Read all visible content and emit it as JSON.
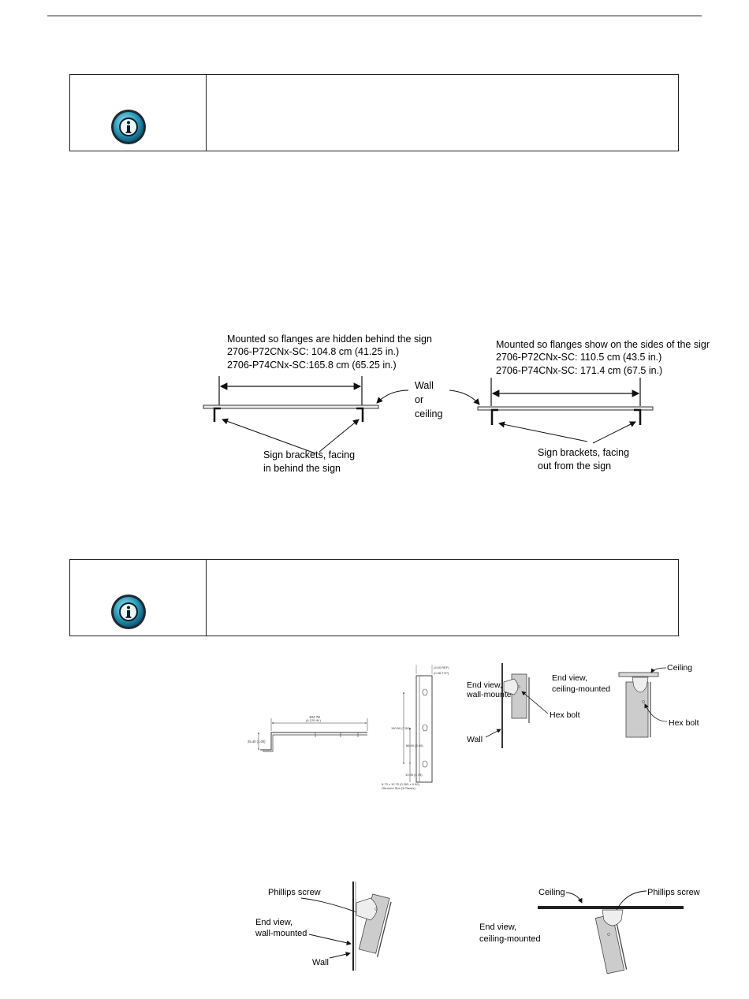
{
  "note1": {
    "icon": "info-icon",
    "text": ""
  },
  "note2": {
    "icon": "info-icon",
    "text": ""
  },
  "fig1": {
    "left_title": "Mounted so flanges are hidden behind the sign",
    "left_line2": "2706-P72CNx-SC: 104.8 cm (41.25 in.)",
    "left_line3": "2706-P74CNx-SC:165.8 cm (65.25 in.)",
    "right_title": "Mounted so flanges show on the sides of the sign",
    "right_line2": "2706-P72CNx-SC: 110.5 cm (43.5 in.)",
    "right_line3": "2706-P74CNx-SC: 171.4 cm (67.5 in.)",
    "wall_l1": "Wall",
    "wall_l2": "or",
    "wall_l3": "ceiling",
    "left_brackets_l1": "Sign brackets, facing",
    "left_brackets_l2": "in behind the sign",
    "right_brackets_l1": "Sign brackets, facing",
    "right_brackets_l2": "out from the sign"
  },
  "fig2": {
    "dim_len_a": "104.78",
    "dim_len_b": "(4.125 IN.)",
    "dim_h": "25.40 (1.00)",
    "dim_top_a": "(3.00 REF)",
    "dim_top_b": "(0.38 TYP)",
    "dim_v1": "190.50 (7.50)",
    "dim_v2": "88.90 (3.50)",
    "dim_v3": "19.05 (0.75)",
    "dim_hole_a": "6.73 x 12.70 (0.265 x 0.50)",
    "dim_hole_b": "Obround Slot (3 Places)",
    "wall_end_l1": "End view,",
    "wall_end_l2": "wall-mounted",
    "wall_label": "Wall",
    "hex_bolt_1": "Hex bolt",
    "ceil_end_l1": "End view,",
    "ceil_end_l2": "ceiling-mounted",
    "ceiling_label": "Ceiling",
    "hex_bolt_2": "Hex bolt"
  },
  "fig3": {
    "phillips_1": "Phillips screw",
    "wall_end_l1": "End view,",
    "wall_end_l2": "wall-mounted",
    "wall_label": "Wall",
    "ceiling_label": "Ceiling",
    "phillips_2": "Phillips screw",
    "ceil_end_l1": "End view,",
    "ceil_end_l2": "ceiling-mounted"
  }
}
